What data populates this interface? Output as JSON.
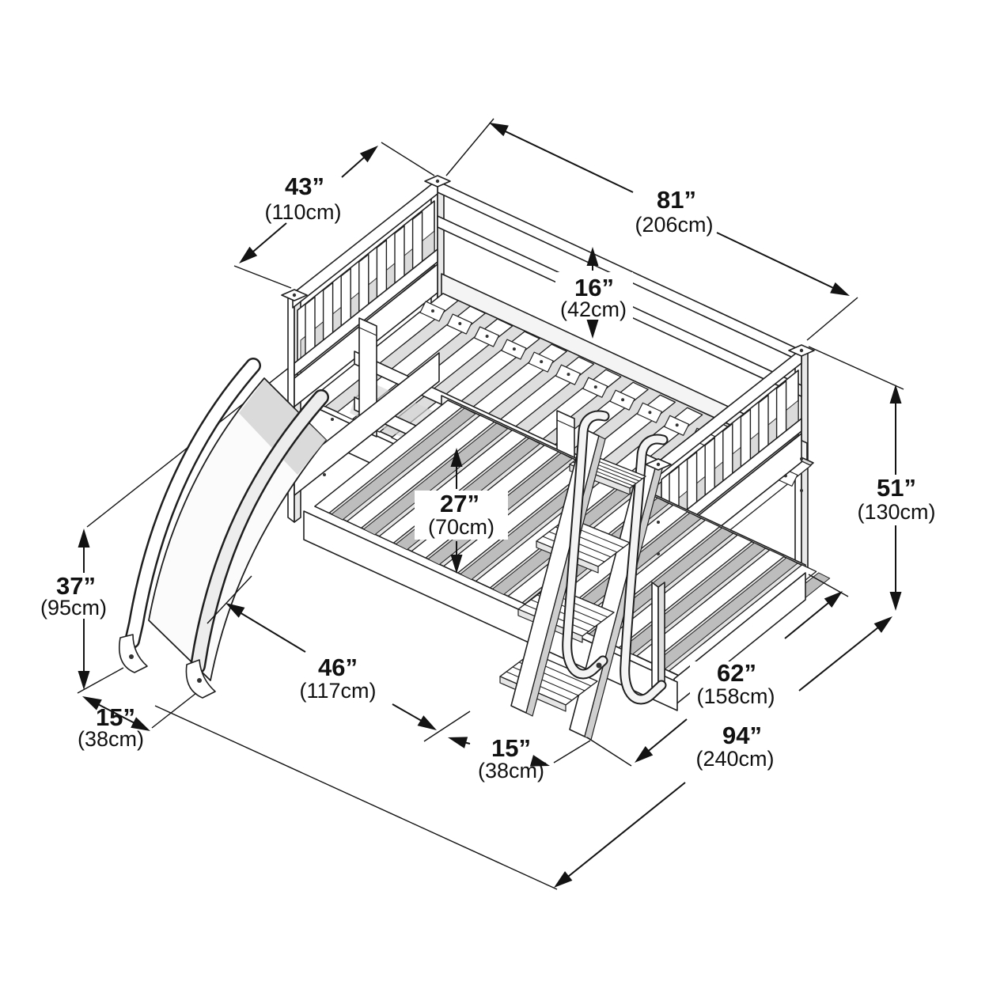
{
  "title": "Bunk bed with slide and ladder — dimension diagram",
  "units": {
    "primary": "inches",
    "secondary": "centimeters"
  },
  "colors": {
    "line": "#1f1f1f",
    "text": "#111111",
    "background": "#ffffff",
    "shade_light": "#e4e4e4",
    "shade_mid": "#d6d6d6",
    "shade_dark": "#bdbdbd"
  },
  "dimensions": {
    "headboard_width": {
      "in": "43”",
      "cm": "(110cm)"
    },
    "bed_length": {
      "in": "81”",
      "cm": "(206cm)"
    },
    "guard_rail_height": {
      "in": "16”",
      "cm": "(42cm)"
    },
    "bunk_spacing": {
      "in": "27”",
      "cm": "(70cm)"
    },
    "overall_height": {
      "in": "51”",
      "cm": "(130cm)"
    },
    "slide_height": {
      "in": "37”",
      "cm": "(95cm)"
    },
    "slide_foot_width": {
      "in": "15”",
      "cm": "(38cm)"
    },
    "slide_floor_run": {
      "in": "46”",
      "cm": "(117cm)"
    },
    "ladder_depth": {
      "in": "15”",
      "cm": "(38cm)"
    },
    "depth_with_ladder": {
      "in": "62”",
      "cm": "(158cm)"
    },
    "overall_footprint": {
      "in": "94”",
      "cm": "(240cm)"
    }
  }
}
